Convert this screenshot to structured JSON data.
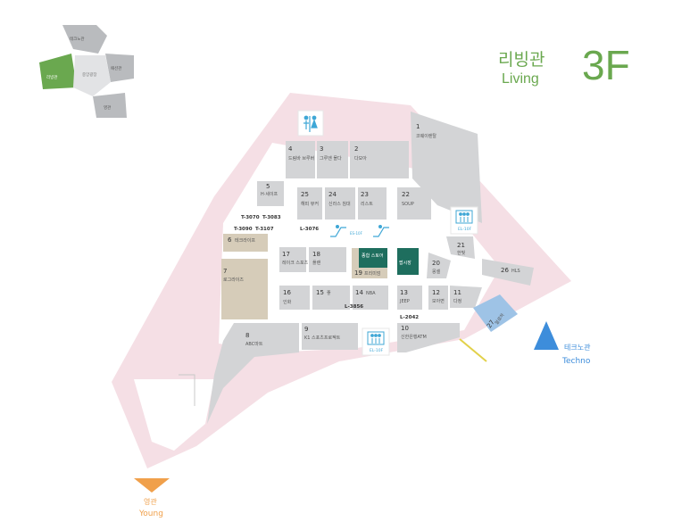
{
  "floor": {
    "building_kor": "리빙관",
    "building_eng": "Living",
    "level": "3F"
  },
  "key_map": {
    "sections": [
      {
        "id": "tech",
        "label": "테크노관"
      },
      {
        "id": "living",
        "label": "리빙관"
      },
      {
        "id": "fashion",
        "label": "패션관"
      },
      {
        "id": "young",
        "label": "영관"
      },
      {
        "id": "plaza",
        "label": "중앙광장"
      }
    ],
    "current": "living"
  },
  "stores": [
    {
      "num": "1",
      "name": "코웨이렌탈"
    },
    {
      "num": "2",
      "name": "다모아"
    },
    {
      "num": "3",
      "name": "그루엔 몰다"
    },
    {
      "num": "4",
      "name": "드림바 브루버"
    },
    {
      "num": "5",
      "name": "H·세이프"
    },
    {
      "num": "25",
      "name": "해피 뷰커"
    },
    {
      "num": "24",
      "name": "신라스 침대"
    },
    {
      "num": "23",
      "name": "리스트"
    },
    {
      "num": "22",
      "name": "SOUP"
    },
    {
      "num": "6",
      "name": "테크라이프"
    },
    {
      "num": "17",
      "name": "레이크 스포츠"
    },
    {
      "num": "18",
      "name": "플랜"
    },
    {
      "num": "19",
      "name": "프리미엄"
    },
    {
      "num": "21",
      "name": "한빛"
    },
    {
      "num": "20",
      "name": "몽셀"
    },
    {
      "num": "26",
      "name": "HLS"
    },
    {
      "num": "7",
      "name": "로그라이즈"
    },
    {
      "num": "16",
      "name": "인화"
    },
    {
      "num": "15",
      "name": "좋"
    },
    {
      "num": "14",
      "name": "NBA"
    },
    {
      "num": "13",
      "name": "JEEP"
    },
    {
      "num": "12",
      "name": "모아면"
    },
    {
      "num": "11",
      "name": "다정"
    },
    {
      "num": "27",
      "name": "알로하"
    },
    {
      "num": "8",
      "name": "ABC마트"
    },
    {
      "num": "9",
      "name": "K1 스포츠프로젝트"
    },
    {
      "num": "10",
      "name": "신한은행ATM"
    }
  ],
  "special_spots": [
    {
      "id": "info",
      "name": "종합 스토어"
    },
    {
      "id": "mart",
      "name": "팝시장"
    }
  ],
  "codes": [
    "T-3070",
    "T-3083",
    "T-3090",
    "T-3107",
    "L-3076",
    "L-3856",
    "L-2042"
  ],
  "facilities": {
    "restroom": "restroom-icon",
    "elevator_labels": [
      "EL-10F",
      "EL-10F"
    ],
    "escalator_label": "ES-10F"
  },
  "directions": [
    {
      "kor": "테크노관",
      "eng": "Techno"
    },
    {
      "kor": "영관",
      "eng": "Young"
    }
  ],
  "colors": {
    "accent": "#6aa84f",
    "store_gray": "#d3d4d6",
    "corridor_pink": "#f5dfe5",
    "beige": "#d6ccb9",
    "dark_teal": "#1e6e5e",
    "light_blue": "#9ec3e6",
    "arrow_blue": "#3d8ddb",
    "arrow_orange": "#f0a04b",
    "direction_text": "#3d8ddb",
    "icon_blue": "#3fa7d6"
  }
}
